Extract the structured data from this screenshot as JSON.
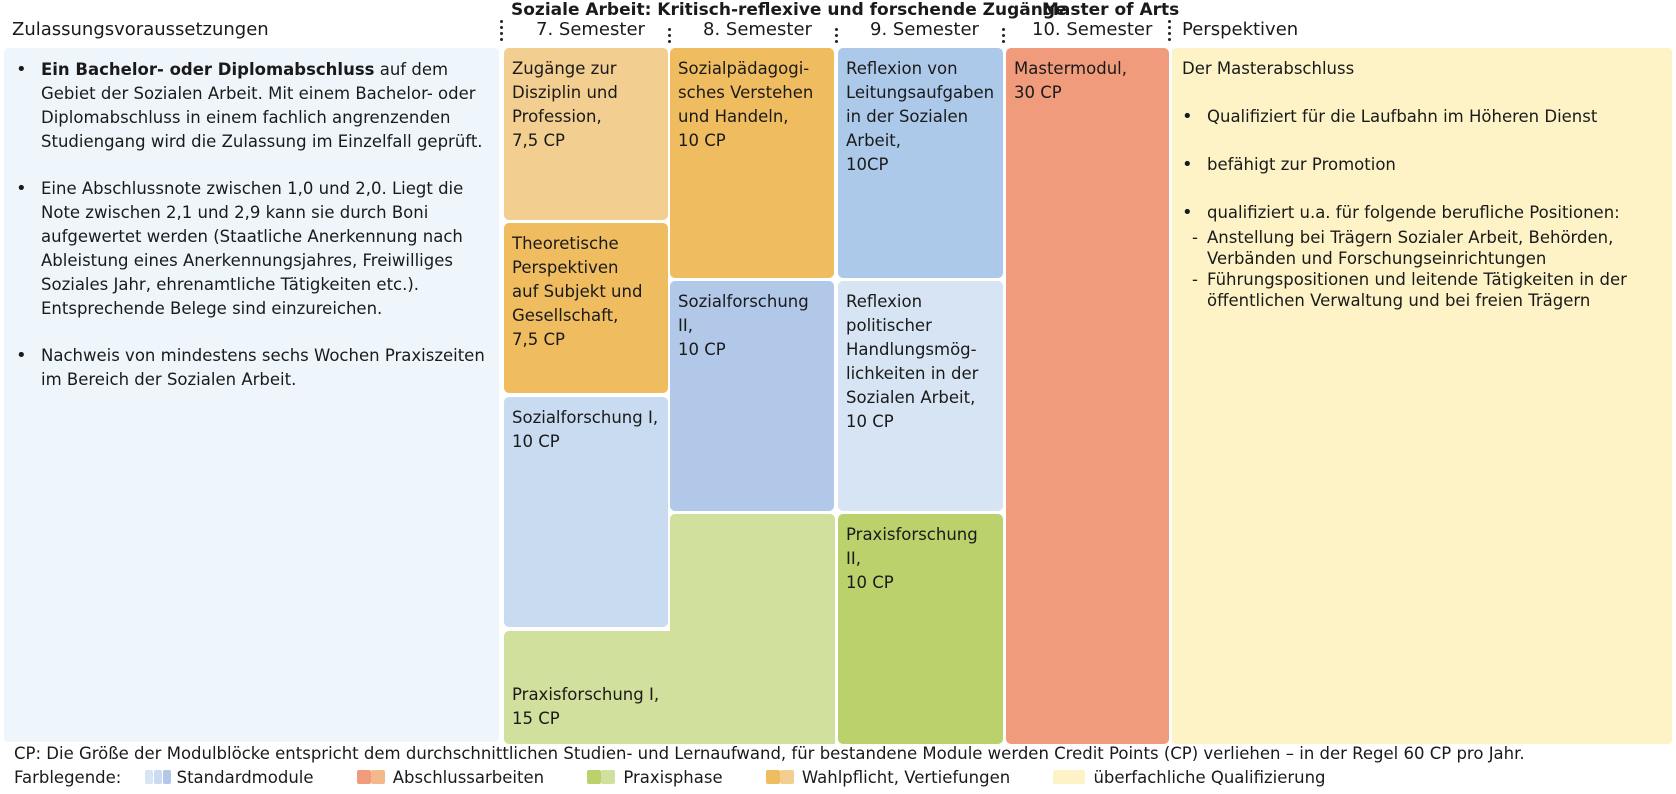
{
  "header": {
    "program_title": "Soziale Arbeit: Kritisch-reflexive und forschende Zugänge",
    "degree": "Master of Arts",
    "admission": "Zulassungsvoraussetzungen",
    "sem7": "7. Semester",
    "sem8": "8. Semester",
    "sem9": "9. Semester",
    "sem10": "10. Semester",
    "perspectives": "Perspektiven"
  },
  "requirements": {
    "item1_bold": "Ein Bachelor- oder Diplomabschluss",
    "item1_rest": " auf dem Gebiet der Sozialen Arbeit. Mit einem Bachelor- oder Diplomabschluss in einem fachlich angrenzenden Studiengang wird die Zulassung im Einzelfall geprüft.",
    "item2": "Eine Abschlussnote zwischen 1,0 und 2,0. Liegt die Note zwischen 2,1 und 2,9 kann sie durch Boni aufgewertet werden (Staatliche Anerkennung nach Ableistung eines Anerkennungsjahres, Freiwilliges Soziales Jahr, ehrenamtliche Tätigkeiten etc.). Entsprechende Belege sind einzureichen.",
    "item3": "Nachweis von mindestens sechs Wochen Praxiszeiten im Bereich der Sozialen Arbeit."
  },
  "modules": {
    "zugaenge": "Zugänge zur\nDisziplin und\nProfession,\n7,5 CP",
    "theoretische": "Theoretische\nPerspektiven\nauf Subjekt und\nGesellschaft,\n7,5 CP",
    "sozialforschung1": "Sozialforschung I,\n10 CP",
    "sozialpaedagogisches": "Sozialpädagogi-\nsches Verstehen\nund Handeln,\n10 CP",
    "sozialforschung2": "Sozialforschung II,\n10 CP",
    "reflexion_leitung": "Reflexion von\nLeitungsaufgaben\nin der Sozialen\nArbeit,\n10CP",
    "reflexion_politisch": "Reflexion\npolitischer\nHandlungsmög-\nlichkeiten in der\nSozialen Arbeit,\n10 CP",
    "praxisforschung2": "Praxisforschung\nII,\n10 CP",
    "praxisforschung1": "Praxisforschung I,\n15 CP",
    "mastermodul": "Mastermodul,\n30 CP"
  },
  "perspectives": {
    "title": "Der Masterabschluss",
    "item1": "Qualifiziert für die Laufbahn im Höheren Dienst",
    "item2": "befähigt zur Promotion",
    "item3": "qualifiziert u.a. für folgende berufliche Positionen:",
    "sub1": "Anstellung bei Trägern Sozialer Arbeit, Behörden, Verbänden und Forschungseinrichtungen",
    "sub2": "Führungspositionen und leitende Tätigkeiten in der öffentlichen Verwaltung und bei freien Trägern"
  },
  "footer": {
    "note": "CP: Die Größe der Modulblöcke entspricht dem durchschnittlichen Studien- und Lernaufwand, für bestandene Module werden Credit Points (CP) verliehen – in der Regel 60 CP pro Jahr.",
    "legend_label": "Farblegende:",
    "legend_standard": "Standardmodule",
    "legend_final": "Abschlussarbeiten",
    "legend_practice": "Praxisphase",
    "legend_elective": "Wahlpflicht, Vertiefungen",
    "legend_interdisciplinary": "überfachliche Qualifizierung"
  },
  "colors": {
    "standard_light": "#c8dbf1",
    "standard_mid": "#b2c8e8",
    "standard_blue": "#adc9ea",
    "standard_pale": "#d6e4f4",
    "final_red": "#f09b7c",
    "final_orange": "#f3b98a",
    "practice_light": "#d1e09c",
    "practice_dark": "#bbd26c",
    "elective_orange": "#efbc60",
    "elective_light": "#f2ce90",
    "interdisciplinary": "#fdf3c6",
    "admission_bg": "#eef6fc"
  }
}
